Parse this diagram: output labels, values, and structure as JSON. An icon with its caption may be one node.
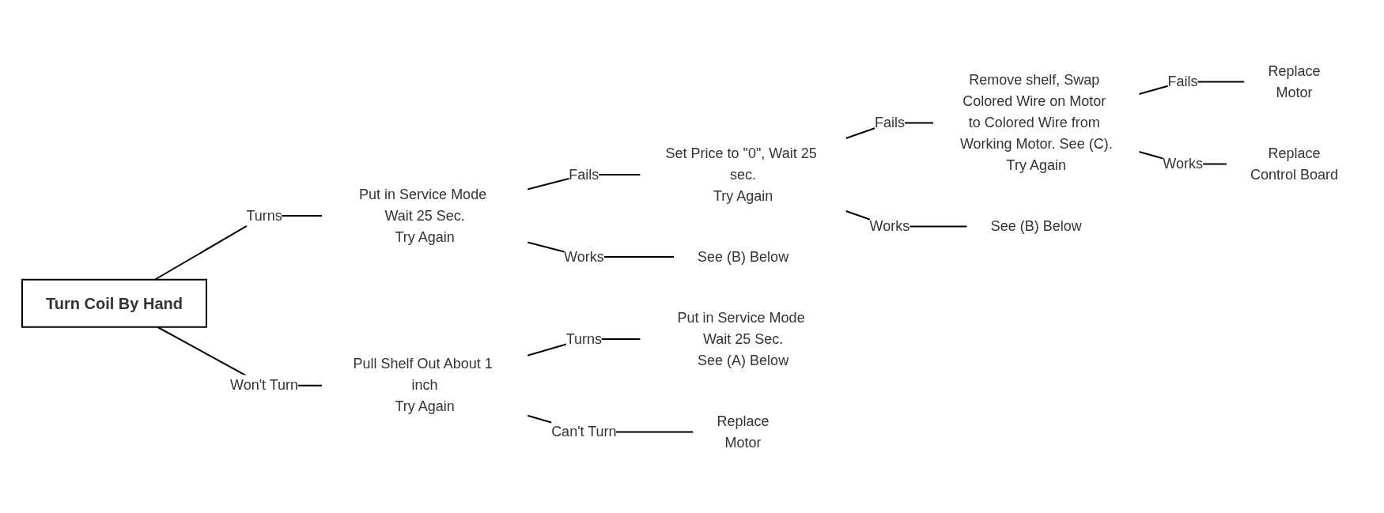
{
  "diagram": {
    "nodes": [
      {
        "text": [
          "Turn Coil By Hand"
        ]
      },
      {
        "text": [
          "Put in Service Mode Wait 25 Sec.",
          "Try Again"
        ]
      },
      {
        "text": [
          "Pull Shelf Out About 1 inch",
          "Try Again"
        ]
      },
      {
        "text": [
          "Set Price to \"0\", Wait 25 sec.",
          "Try Again"
        ]
      },
      {
        "text": [
          "See (B) Below"
        ]
      },
      {
        "text": [
          "Remove shelf, Swap Colored Wire on Motor to Colored Wire from Working Motor. See (C).",
          "Try Again"
        ]
      },
      {
        "text": [
          "See (B) Below"
        ]
      },
      {
        "text": [
          "Replace",
          "Motor"
        ]
      },
      {
        "text": [
          "Replace",
          "Control Board"
        ]
      },
      {
        "text": [
          "Put in Service Mode Wait 25 Sec.",
          "See (A) Below"
        ]
      },
      {
        "text": [
          "Replace",
          "Motor"
        ]
      }
    ],
    "edges": [
      {
        "from": 0,
        "to": 1,
        "arrow": "none",
        "label": "Turns"
      },
      {
        "from": 0,
        "to": 2,
        "arrow": "none",
        "label": "Won't Turn"
      },
      {
        "from": 1,
        "to": 3,
        "arrow": "none",
        "label": "Fails"
      },
      {
        "from": 1,
        "to": 4,
        "arrow": "none",
        "label": "Works"
      },
      {
        "from": 3,
        "to": 5,
        "arrow": "none",
        "label": "Fails"
      },
      {
        "from": 3,
        "to": 6,
        "arrow": "none",
        "label": "Works"
      },
      {
        "from": 5,
        "to": 7,
        "arrow": "none",
        "label": "Fails"
      },
      {
        "from": 5,
        "to": 8,
        "arrow": "none",
        "label": "Works"
      },
      {
        "from": 2,
        "to": 9,
        "arrow": "none",
        "label": "Turns"
      },
      {
        "from": 2,
        "to": 10,
        "arrow": "none",
        "label": "Can't Turn"
      }
    ]
  }
}
